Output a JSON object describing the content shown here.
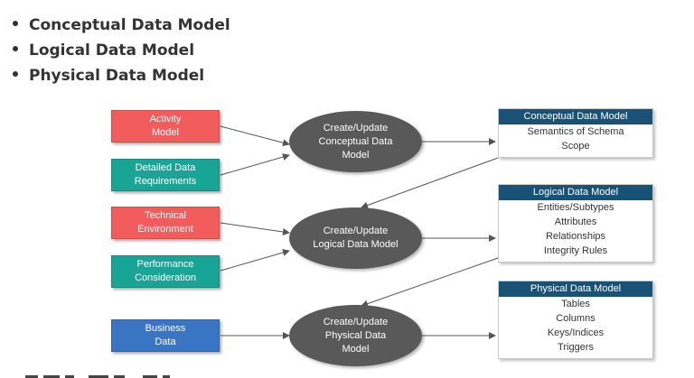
{
  "bullets": [
    "Conceptual Data Model",
    "Logical Data Model",
    "Physical Data Model"
  ],
  "colors": {
    "red": "#f25c5c",
    "teal": "#19a595",
    "blue": "#3a75c4",
    "process": "#595959",
    "header": "#1a5276",
    "arrow": "#555555"
  },
  "inputs": {
    "activity": "Activity\nModel",
    "detailed": "Detailed Data\nRequirements",
    "technical": "Technical\nEnvironment",
    "performance": "Performance\nConsideration",
    "business": "Business\nData"
  },
  "processes": {
    "conceptual": "Create/Update\nConceptual Data\nModel",
    "logical": "Create/Update\nLogical Data Model",
    "physical": "Create/Update\nPhysical Data\nModel"
  },
  "outputs": {
    "conceptual": {
      "title": "Conceptual Data Model",
      "items": [
        "Semantics of Schema",
        "Scope"
      ]
    },
    "logical": {
      "title": "Logical Data Model",
      "items": [
        "Entities/Subtypes",
        "Attributes",
        "Relationships",
        "Integrity Rules"
      ]
    },
    "physical": {
      "title": "Physical Data Model",
      "items": [
        "Tables",
        "Columns",
        "Keys/Indices",
        "Triggers"
      ]
    }
  }
}
